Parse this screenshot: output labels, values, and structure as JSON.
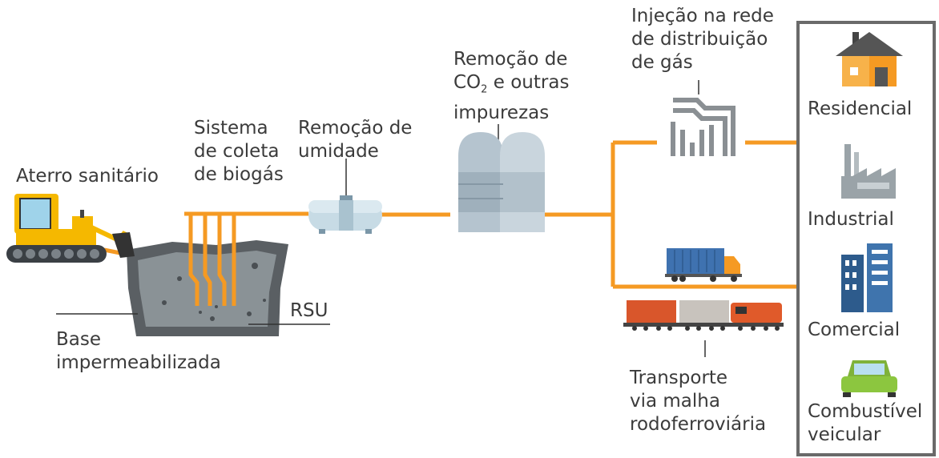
{
  "colors": {
    "pipe": "#f59a23",
    "outline": "#555555",
    "landfill": "#8a9296",
    "tank": "#b8c8d4",
    "house": "#f59a23",
    "building": "#2d5b8c",
    "car": "#8cc63f"
  },
  "labels": {
    "landfill": "Aterro sanitário",
    "collection": [
      "Sistema",
      "de coleta",
      "de biogás"
    ],
    "humidity": [
      "Remoção de",
      "umidade"
    ],
    "co2_prefix": "Remoção de",
    "co2_main": "CO",
    "co2_sub": "2",
    "co2_suffix": " e outras",
    "co2_last": "impurezas",
    "injection": [
      "Injeção na rede",
      "de distribuição",
      "de gás"
    ],
    "rsu": "RSU",
    "base": [
      "Base",
      "impermeabilizada"
    ],
    "transport": [
      "Transporte",
      "via malha",
      "rodoferroviária"
    ]
  },
  "destinations": {
    "residential": "Residencial",
    "industrial": "Industrial",
    "commercial": "Comercial",
    "vehicular": [
      "Combustível",
      "veicular"
    ]
  },
  "icons": [
    "bulldozer-icon",
    "dehumidifier-tank-icon",
    "purification-tanks-icon",
    "gas-grid-icon",
    "truck-icon",
    "train-icon",
    "house-icon",
    "factory-icon",
    "office-building-icon",
    "car-icon"
  ]
}
